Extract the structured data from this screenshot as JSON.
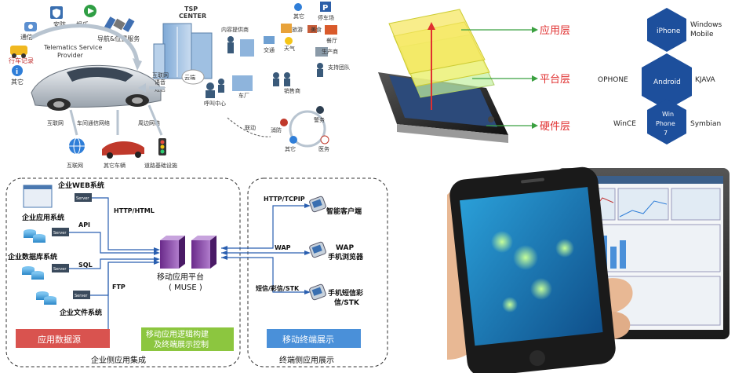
{
  "telematics": {
    "tsp_title": "TSP",
    "tsp_subtitle": "CENTER",
    "provider_line1": "Telematics Service",
    "provider_line2": "Provider",
    "labels": {
      "security": "安防",
      "entertainment": "娱乐",
      "communication": "通信",
      "navigation": "导航&位置服务",
      "driving_record": "行车记录",
      "other": "其它",
      "content_service": "内容提供商",
      "traffic": "交通",
      "travel": "旅游",
      "weather": "天气",
      "food": "美食",
      "other_top": "其它",
      "parking": "停车场",
      "restaurant": "餐厅",
      "producer": "生产商",
      "support_team": "支持团队",
      "sales": "销售商",
      "internet_voice_line1": "互联网",
      "internet_voice_line2": "语音",
      "internet_voice_line3": "短信",
      "cloud_bubble": "云端",
      "call_center": "呼叫中心",
      "fleet": "车厂",
      "linkage": "联动",
      "fire": "消防",
      "police": "警务",
      "other_bottom": "其它",
      "medical": "医务",
      "internet_link": "互联网",
      "v2v_link": "车间通信网络",
      "road_link": "周边网络",
      "internet_bottom": "互联网",
      "other_vehicle": "其它车辆",
      "road_infra": "道路基础设施"
    }
  },
  "layers": {
    "app": "应用层",
    "platform": "平台层",
    "hardware": "硬件层"
  },
  "os": {
    "iphone": "iPhone",
    "windows_mobile_line1": "Windows",
    "windows_mobile_line2": "Mobile",
    "ophone": "OPHONE",
    "android": "Android",
    "kjava": "KJAVA",
    "wince": "WinCE",
    "win_phone_line1": "Win",
    "win_phone_line2": "Phone",
    "win_phone_line3": "7",
    "symbian": "Symbian"
  },
  "muse": {
    "web_system": "企业WEB系统",
    "app_system": "企业应用系统",
    "db_system": "企业数据库系统",
    "file_system": "企业文件系统",
    "server_label": "Server",
    "http_html": "HTTP/HTML",
    "api": "API",
    "sql": "SQL",
    "ftp": "FTP",
    "platform_line1": "移动应用平台",
    "platform_line2": "( MUSE )",
    "http_tcpip": "HTTP/TCPIP",
    "wap": "WAP",
    "sms_stk": "短信/彩信/STK",
    "smart_client": "智能客户端",
    "wap_browser_line1": "WAP",
    "wap_browser_line2": "手机浏览器",
    "sms_client_line1": "手机短信彩",
    "sms_client_line2": "信/STK",
    "data_source_btn": "应用数据源",
    "logic_btn_line1": "移动应用逻辑构建",
    "logic_btn_line2": "及终端展示控制",
    "terminal_btn": "移动终端展示",
    "enterprise_side": "企业侧应用集成",
    "terminal_side": "终端侧应用展示"
  },
  "colors": {
    "android_hex": "#1d4f9c",
    "red_button": "#d9534f",
    "green_button": "#8cc63f",
    "blue_button": "#4a90d9",
    "layer_label_red": "#e03030"
  }
}
